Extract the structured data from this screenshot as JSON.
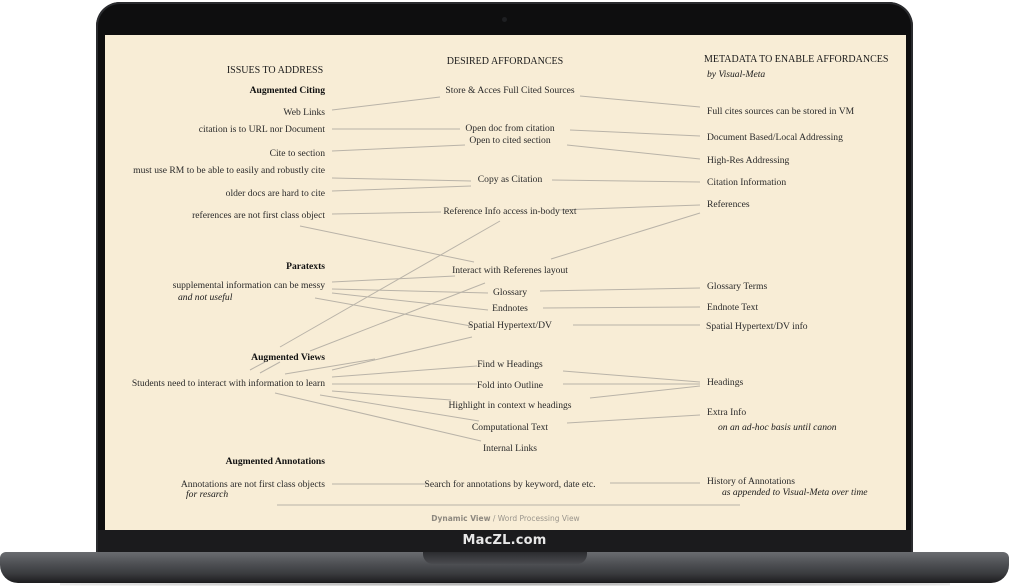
{
  "device": {
    "brand_label": "MacZL.com"
  },
  "columns": {
    "issues": {
      "title": "ISSUES TO ADDRESS"
    },
    "affordances": {
      "title": "DESIRED AFFORDANCES"
    },
    "metadata": {
      "title": "METADATA TO ENABLE AFFORDANCES",
      "subtitle": "by Visual-Meta"
    }
  },
  "issues": {
    "sections": [
      {
        "title": "Augmented Citing"
      },
      {
        "title": "Paratexts"
      },
      {
        "title": "Augmented Views"
      },
      {
        "title": "Augmented Annotations"
      }
    ],
    "items": [
      {
        "label": "Web Links"
      },
      {
        "label": "citation is to URL nor Document"
      },
      {
        "label": "Cite to section"
      },
      {
        "label": "must use RM to be able to easily and robustly cite"
      },
      {
        "label": "older docs are hard to cite"
      },
      {
        "label": "references are not first class object"
      },
      {
        "label": "supplemental information can be messy",
        "note": "and not useful"
      },
      {
        "label": "Students need to interact with information to learn"
      },
      {
        "label": "Annotations are not first class objects",
        "note": "for resarch"
      }
    ]
  },
  "affordances": {
    "items": [
      {
        "label": "Store & Acces Full Cited Sources"
      },
      {
        "label": "Open doc from citation"
      },
      {
        "label": "Open to cited section"
      },
      {
        "label": "Copy as Citation"
      },
      {
        "label": "Reference Info access in-body text"
      },
      {
        "label": "Interact with Referenes layout"
      },
      {
        "label": "Glossary"
      },
      {
        "label": "Endnotes"
      },
      {
        "label": "Spatial Hypertext/DV"
      },
      {
        "label": "Find w Headings"
      },
      {
        "label": "Fold into Outline"
      },
      {
        "label": "Highlight in context w headings"
      },
      {
        "label": "Computational Text"
      },
      {
        "label": "Internal Links"
      },
      {
        "label": "Search for annotations by keyword, date etc."
      }
    ]
  },
  "metadata": {
    "items": [
      {
        "label": "Full cites sources can be stored in VM"
      },
      {
        "label": "Document Based/Local Addressing"
      },
      {
        "label": "High-Res Addressing"
      },
      {
        "label": "Citation Information"
      },
      {
        "label": "References"
      },
      {
        "label": "Glossary Terms"
      },
      {
        "label": "Endnote Text"
      },
      {
        "label": "Spatial Hypertext/DV info"
      },
      {
        "label": "Headings"
      },
      {
        "label": "Extra Info",
        "note": "on an ad-hoc basis until canon"
      },
      {
        "label": "History of Annotations",
        "note": "as appended to Visual-Meta over time"
      }
    ]
  },
  "footer": {
    "active_view": "Dynamic View",
    "separator": " / ",
    "other_view": "Word Processing View"
  },
  "colors": {
    "paper": "#f8edd6",
    "line": "#b9b3a8",
    "bezel": "#0e0e0f",
    "text": "#2a2a2a"
  }
}
